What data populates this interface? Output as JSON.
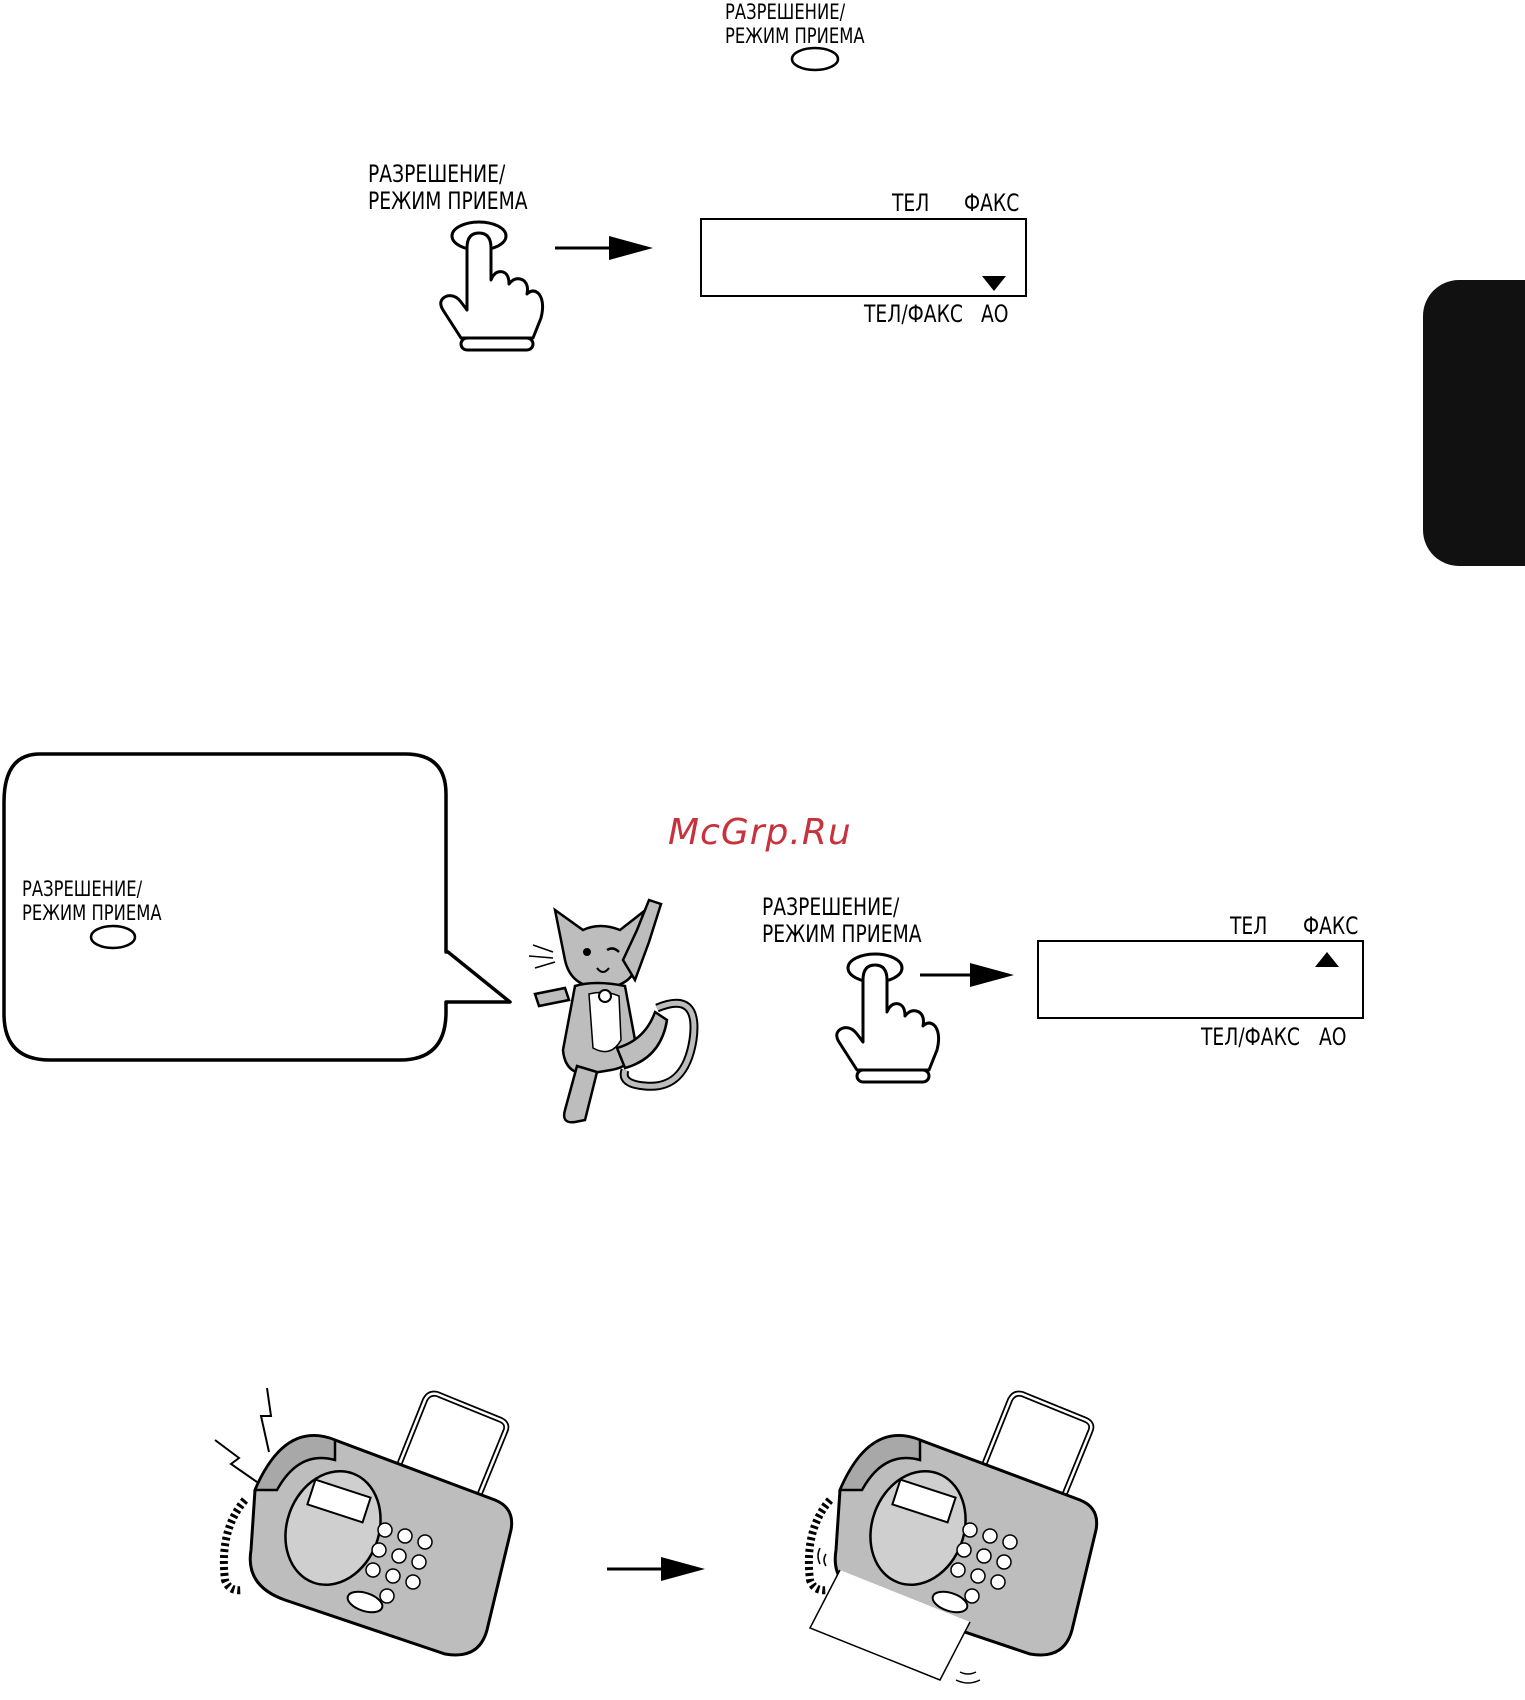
{
  "section1": {
    "button_label_line1": "РАЗРЕШЕНИЕ/",
    "button_label_line2": "РЕЖИМ ПРИЕМА"
  },
  "section2": {
    "button_label_line1": "РАЗРЕШЕНИЕ/",
    "button_label_line2": "РЕЖИМ ПРИЕМА",
    "display_top_left": "ТЕЛ",
    "display_top_right": "ФАКС",
    "display_bottom_left": "ТЕЛ/ФАКС",
    "display_bottom_right": "АО"
  },
  "section3": {
    "bubble_button_line1": "РАЗРЕШЕНИЕ/",
    "bubble_button_line2": "РЕЖИМ ПРИЕМА",
    "button_label_line1": "РАЗРЕШЕНИЕ/",
    "button_label_line2": "РЕЖИМ ПРИЕМА",
    "display_top_left": "ТЕЛ",
    "display_top_right": "ФАКС",
    "display_bottom_left": "ТЕЛ/ФАКС",
    "display_bottom_right": "АО"
  },
  "watermark": "McGrp.Ru",
  "colors": {
    "ink": "#000000",
    "watermark": "#c8323c",
    "tab": "#111111",
    "machine_fill": "#bdbdbd"
  }
}
